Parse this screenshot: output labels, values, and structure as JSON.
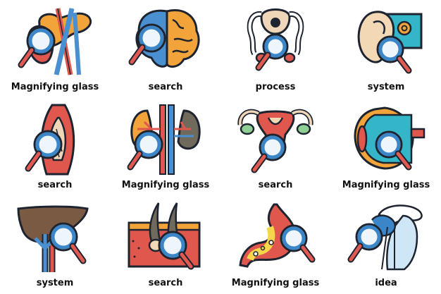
{
  "palette": {
    "outline": "#1d2430",
    "lens_blue": "#3a86c8",
    "lens_inner": "#eef6fb",
    "handle_red": "#e05a52",
    "organ_orange": "#f2a33a",
    "organ_red": "#e0574e",
    "vessel_blue": "#4a8fd0",
    "liver_brown": "#7b5a44",
    "tissue_beige": "#efd6b8",
    "ear_beige": "#f3d8b6",
    "cyan": "#35b6c8",
    "green": "#8fcf96",
    "grey_kidney": "#6f6a5c",
    "bright_yellow": "#f6d64a",
    "light_blue": "#cfe6f6"
  },
  "icons": [
    {
      "label": "Magnifying glass",
      "icon": "pancreas-icon"
    },
    {
      "label": "search",
      "icon": "brain-icon"
    },
    {
      "label": "process",
      "icon": "bladder-icon"
    },
    {
      "label": "system",
      "icon": "ear-icon"
    },
    {
      "label": "search",
      "icon": "muscle-icon"
    },
    {
      "label": "Magnifying glass",
      "icon": "kidneys-icon"
    },
    {
      "label": "search",
      "icon": "uterus-icon"
    },
    {
      "label": "Magnifying glass",
      "icon": "eye-icon"
    },
    {
      "label": "system",
      "icon": "liver-icon"
    },
    {
      "label": "search",
      "icon": "hair-follicle-icon"
    },
    {
      "label": "Magnifying glass",
      "icon": "stomach-icon"
    },
    {
      "label": "idea",
      "icon": "shoulder-bone-icon"
    }
  ]
}
